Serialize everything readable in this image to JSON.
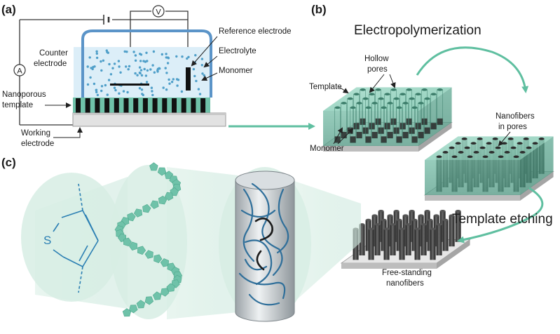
{
  "panels": {
    "a": "(a)",
    "b": "(b)",
    "c": "(c)"
  },
  "cell": {
    "ammeter": "A",
    "voltmeter": "V",
    "reference_electrode": "Reference electrode",
    "counter_electrode_line1": "Counter",
    "counter_electrode_line2": "electrode",
    "electrolyte": "Electrolyte",
    "monomer": "Monomer",
    "template_line1": "Nanoporous",
    "template_line2": "template",
    "working_line1": "Working",
    "working_line2": "electrode"
  },
  "process": {
    "electropolymerization": "Electropolymerization",
    "hollow_line1": "Hollow",
    "hollow_line2": "pores",
    "template": "Template",
    "monomer": "Monomer",
    "nanofibers_line1": "Nanofibers",
    "nanofibers_line2": "in pores",
    "template_etching": "Template etching",
    "freestanding_line1": "Free-standing",
    "freestanding_line2": "nanofibers"
  },
  "molecule": {
    "heteroatom": "S"
  },
  "colors": {
    "teal": "#6fc2a9",
    "teal_dark": "#3f9e84",
    "glass": "#5b94c8",
    "monomer_dot": "#4f9fc9",
    "polymer_chain": "#2f6f9a",
    "arrow": "#5fbfa0"
  }
}
